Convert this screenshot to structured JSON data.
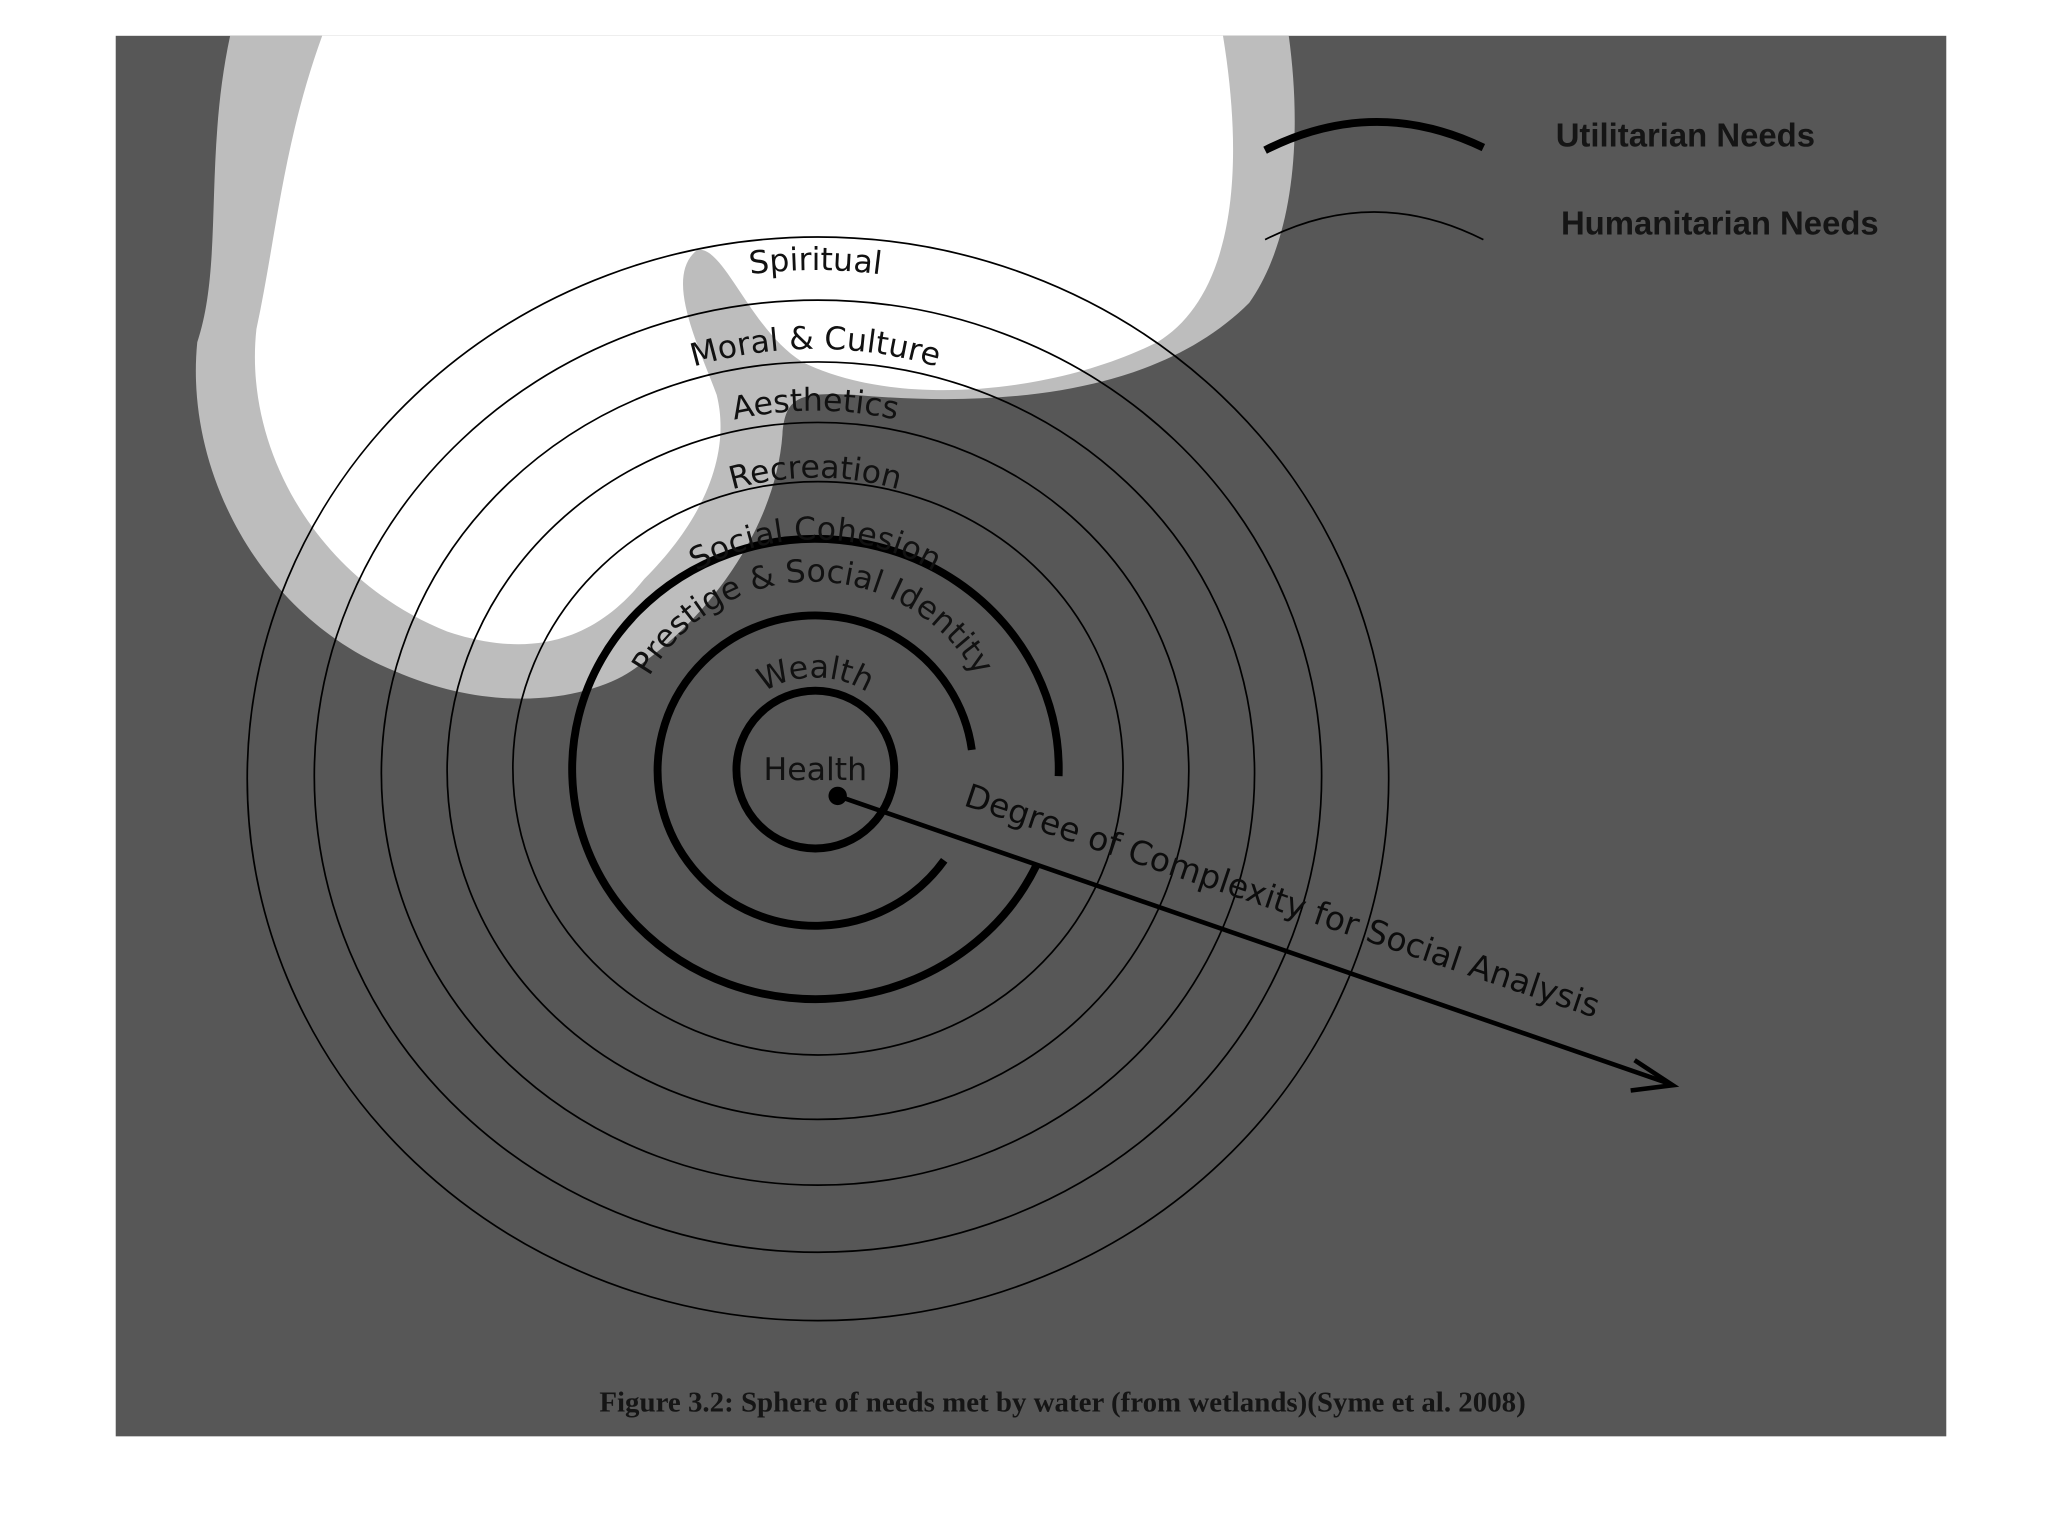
{
  "diagram": {
    "rings": [
      {
        "label": "Spiritual",
        "type": "Humanitarian"
      },
      {
        "label": "Moral & Culture",
        "type": "Humanitarian"
      },
      {
        "label": "Aesthetics",
        "type": "Humanitarian"
      },
      {
        "label": "Recreation",
        "type": "Humanitarian"
      },
      {
        "label": "Social Cohesion",
        "type": "Humanitarian"
      },
      {
        "label": "Prestige & Social Identity",
        "type": "Utilitarian"
      },
      {
        "label": "Wealth",
        "type": "Utilitarian"
      },
      {
        "label": "Health",
        "type": "Utilitarian"
      }
    ],
    "axis_label": "Degree of Complexity for Social Analysis",
    "legend": {
      "utilitarian": "Utilitarian Needs",
      "humanitarian": "Humanitarian Needs"
    },
    "caption": "Figure 3.2: Sphere of needs met by water (from wetlands)(Syme et al. 2008)",
    "colors": {
      "panel": "#575757",
      "cloud": "#ffffff",
      "cloud_border": "#bdbdbd",
      "line": "#000000"
    }
  }
}
